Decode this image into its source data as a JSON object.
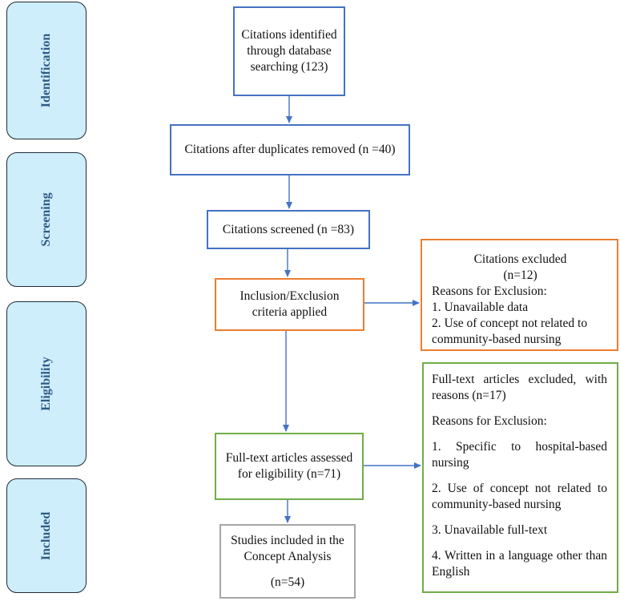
{
  "phases": {
    "identification": "Identification",
    "screening": "Screening",
    "eligibility": "Eligibility",
    "included": "Included"
  },
  "boxes": {
    "identified": "Citations identified through database searching (123)",
    "duplicates_removed": "Citations after duplicates removed (n =40)",
    "screened": "Citations screened (n =83)",
    "criteria": "Inclusion/Exclusion criteria applied",
    "fulltext_assessed": "Full-text articles assessed for eligibility (n=71)",
    "included_title": "Studies included in the Concept Analysis",
    "included_n": "(n=54)"
  },
  "excluded_citations": {
    "title": "Citations excluded",
    "n": "(n=12)",
    "reasons_heading": "Reasons for Exclusion:",
    "reasons": [
      "1. Unavailable data",
      "2. Use of concept not related to community-based nursing"
    ]
  },
  "excluded_fulltext": {
    "title": "Full-text articles excluded, with reasons (n=17)",
    "reasons_heading": "Reasons for Exclusion:",
    "reasons": [
      "1. Specific to hospital-based nursing",
      "2. Use of concept not related to community-based nursing",
      "3. Unavailable full-text",
      "4. Written in a language other than English"
    ]
  },
  "colors": {
    "phase_fill": "#cfeefc",
    "phase_text": "#2e5b86",
    "blue": "#4472c4",
    "orange": "#ed7d31",
    "green": "#70ad47",
    "grey": "#a6a6a6"
  }
}
